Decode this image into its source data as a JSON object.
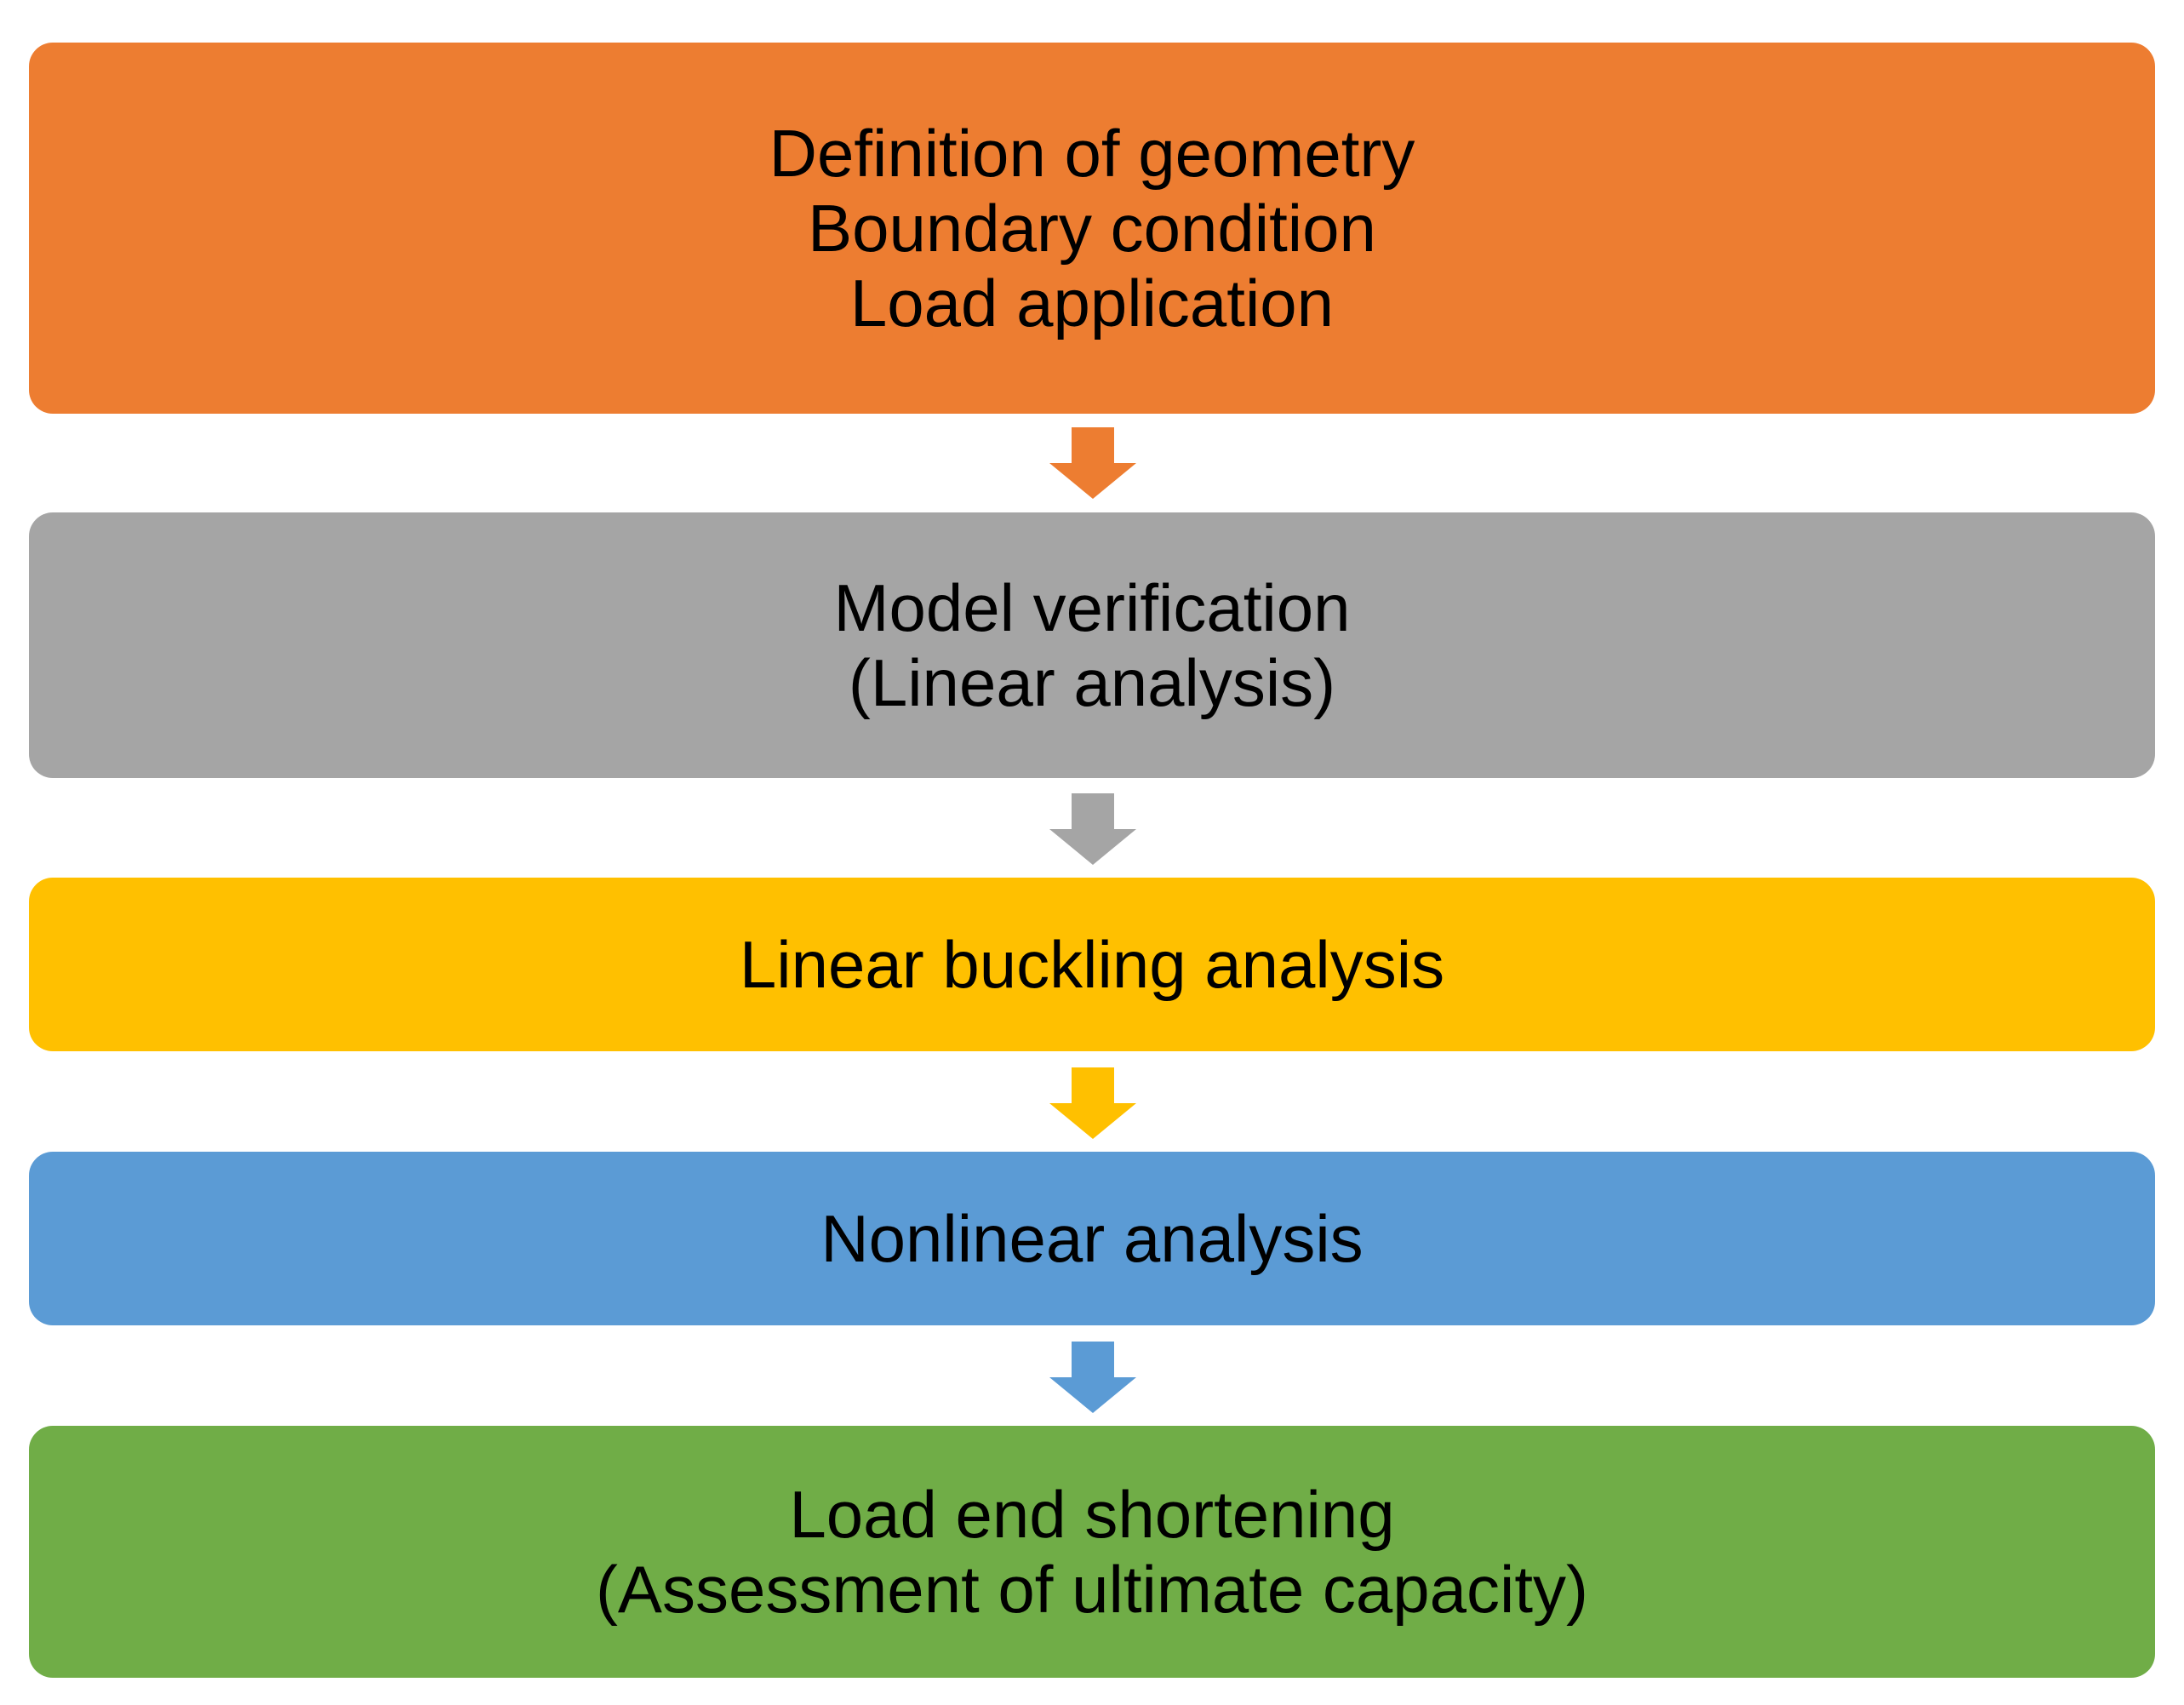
{
  "steps": [
    {
      "lines": [
        "Definition of geometry",
        "Boundary condition",
        "Load application"
      ],
      "color": "#ED7D31"
    },
    {
      "lines": [
        "Model verification",
        "(Linear analysis)"
      ],
      "color": "#A5A5A5"
    },
    {
      "lines": [
        "Linear buckling analysis"
      ],
      "color": "#FFC000"
    },
    {
      "lines": [
        "Nonlinear analysis"
      ],
      "color": "#5B9BD5"
    },
    {
      "lines": [
        "Load end shortening",
        "(Assessment of ultimate capacity)"
      ],
      "color": "#70AD47"
    }
  ],
  "arrow_colors": [
    "#ED7D31",
    "#A5A5A5",
    "#FFC000",
    "#5B9BD5"
  ]
}
